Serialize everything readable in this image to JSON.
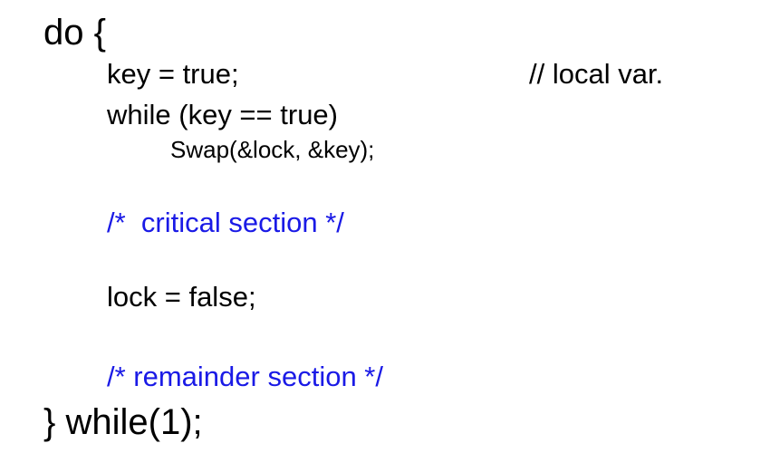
{
  "code": {
    "line_do": "do {",
    "line_key": "key = true;",
    "line_comment_local": "// local var.",
    "line_while": "while (key == true)",
    "line_swap": "Swap(&lock, &key);",
    "line_critical": "/*  critical section */",
    "line_lock": "lock = false;",
    "line_remainder": "/* remainder section */",
    "line_end": "} while(1);"
  },
  "colors": {
    "text": "#000000",
    "comment": "#1a1ae6",
    "background": "#ffffff"
  }
}
